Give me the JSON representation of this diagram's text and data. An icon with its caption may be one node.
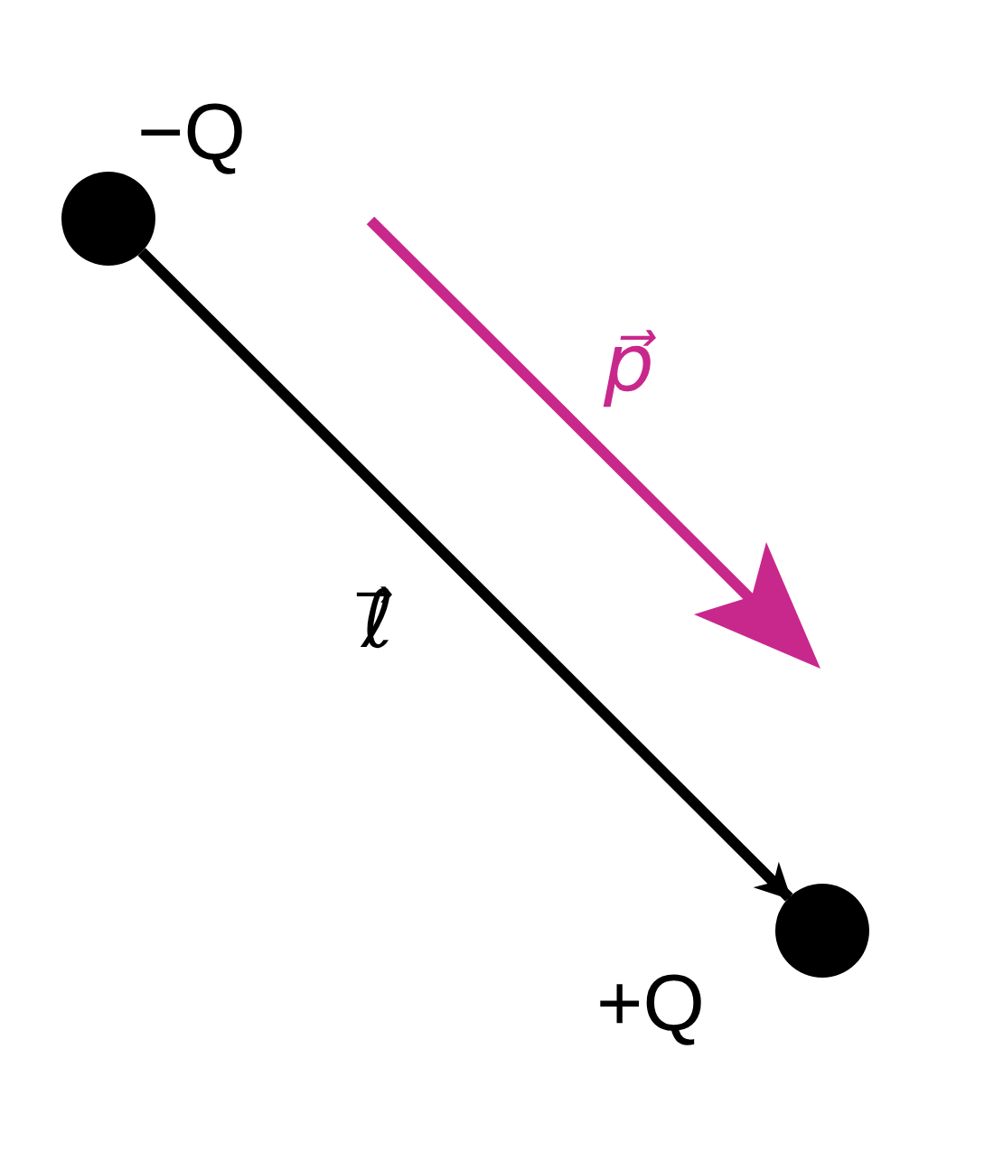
{
  "diagram": {
    "nodes": [
      {
        "text": [],
        "shape": "circle",
        "beside": [
          "−Q"
        ]
      },
      {
        "text": [],
        "shape": "circle",
        "beside": [
          "+Q"
        ]
      }
    ],
    "edges": [
      {
        "from": 0,
        "to": 1,
        "arrow": "to",
        "label": "ℓ⃗"
      }
    ],
    "labels": [
      "p⃗"
    ]
  }
}
